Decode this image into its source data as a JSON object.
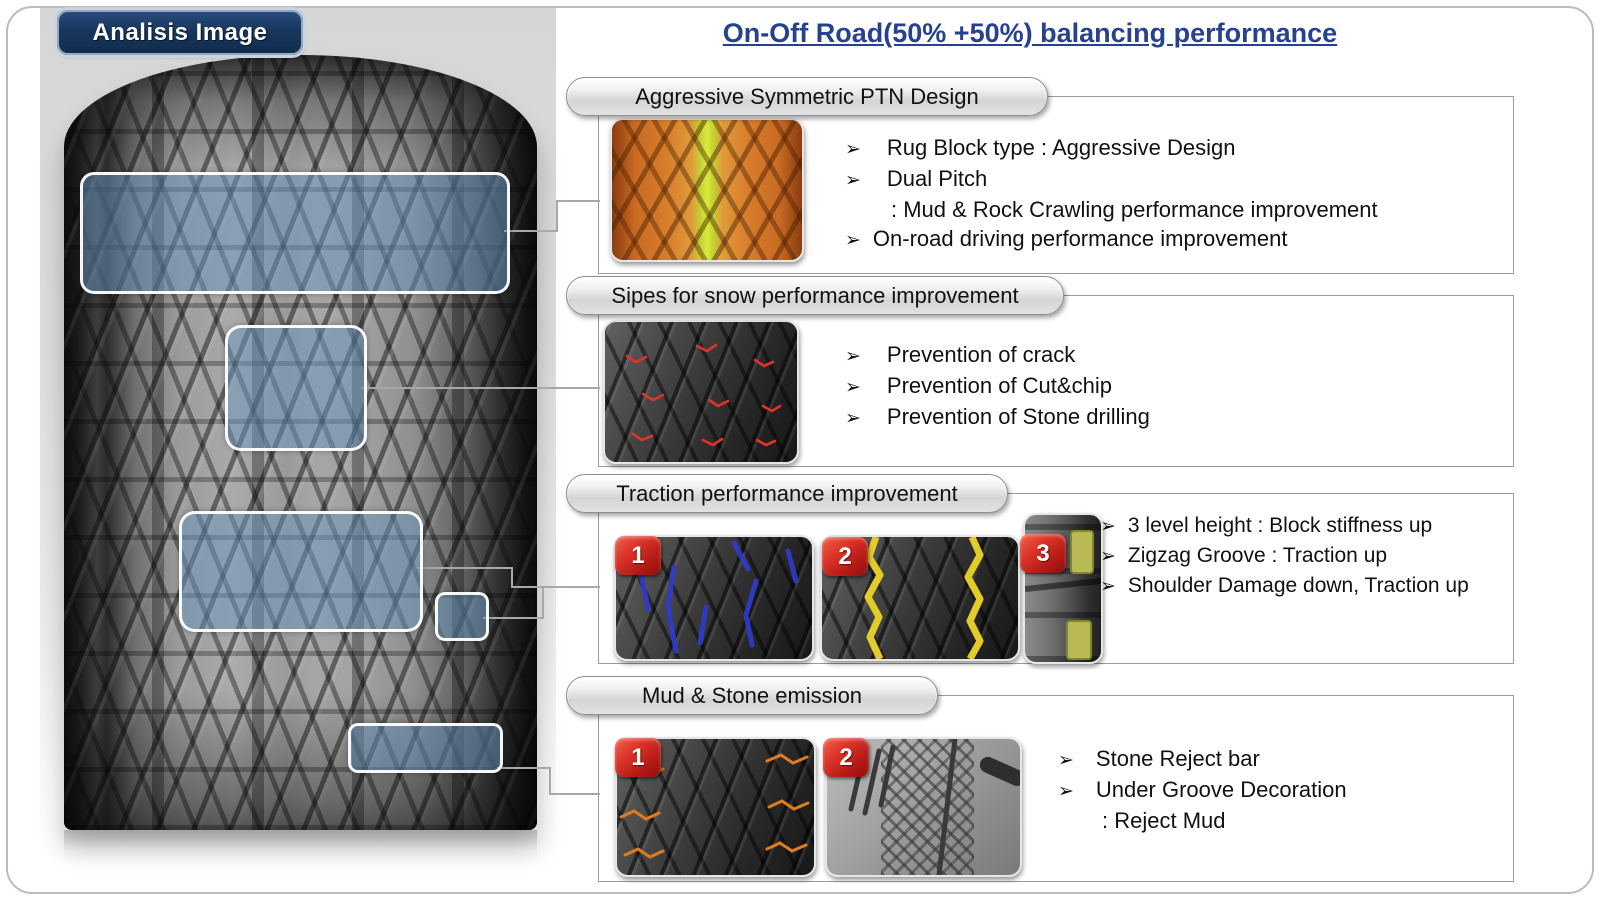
{
  "left_panel": {
    "badge_label": "Analisis Image"
  },
  "title": "On-Off Road(50% +50%) balancing performance",
  "glyph": {
    "bullet": "➢"
  },
  "sections": [
    {
      "header": "Aggressive Symmetric PTN Design",
      "bullets": [
        {
          "arrow": true,
          "text": "Rug Block type : Aggressive Design"
        },
        {
          "arrow": true,
          "text": "Dual Pitch"
        },
        {
          "arrow": false,
          "text": ": Mud & Rock Crawling performance improvement"
        },
        {
          "arrow": true,
          "text": "On-road driving performance improvement"
        }
      ]
    },
    {
      "header": "Sipes for snow performance improvement",
      "bullets": [
        {
          "arrow": true,
          "text": "Prevention of crack"
        },
        {
          "arrow": true,
          "text": "Prevention of Cut&chip"
        },
        {
          "arrow": true,
          "text": "Prevention of Stone drilling"
        }
      ]
    },
    {
      "header": "Traction performance improvement",
      "badges": [
        "1",
        "2",
        "3"
      ],
      "bullets": [
        {
          "arrow": true,
          "text": "3 level height : Block stiffness up"
        },
        {
          "arrow": true,
          "text": "Zigzag Groove : Traction up"
        },
        {
          "arrow": true,
          "text": "Shoulder Damage down, Traction up"
        }
      ]
    },
    {
      "header": "Mud & Stone emission",
      "badges": [
        "1",
        "2"
      ],
      "bullets": [
        {
          "arrow": true,
          "text": "Stone Reject bar"
        },
        {
          "arrow": true,
          "text": "Under Groove Decoration"
        },
        {
          "arrow": false,
          "text": ": Reject Mud"
        }
      ]
    }
  ],
  "colors": {
    "analysis_badge_navy": "#17375E",
    "title_blue": "#26418F",
    "highlight_fill_blue": "rgba(104,149,189,0.5)",
    "number_badge_red": "#DC352A",
    "sipe_mark_red": "#E03428",
    "traction_mark_blue": "#2F3BD0",
    "zigzag_groove_yellow": "#E2CC2A",
    "stone_reject_orange": "#E07B20",
    "shoulder_block_olive": "#B9B955"
  }
}
